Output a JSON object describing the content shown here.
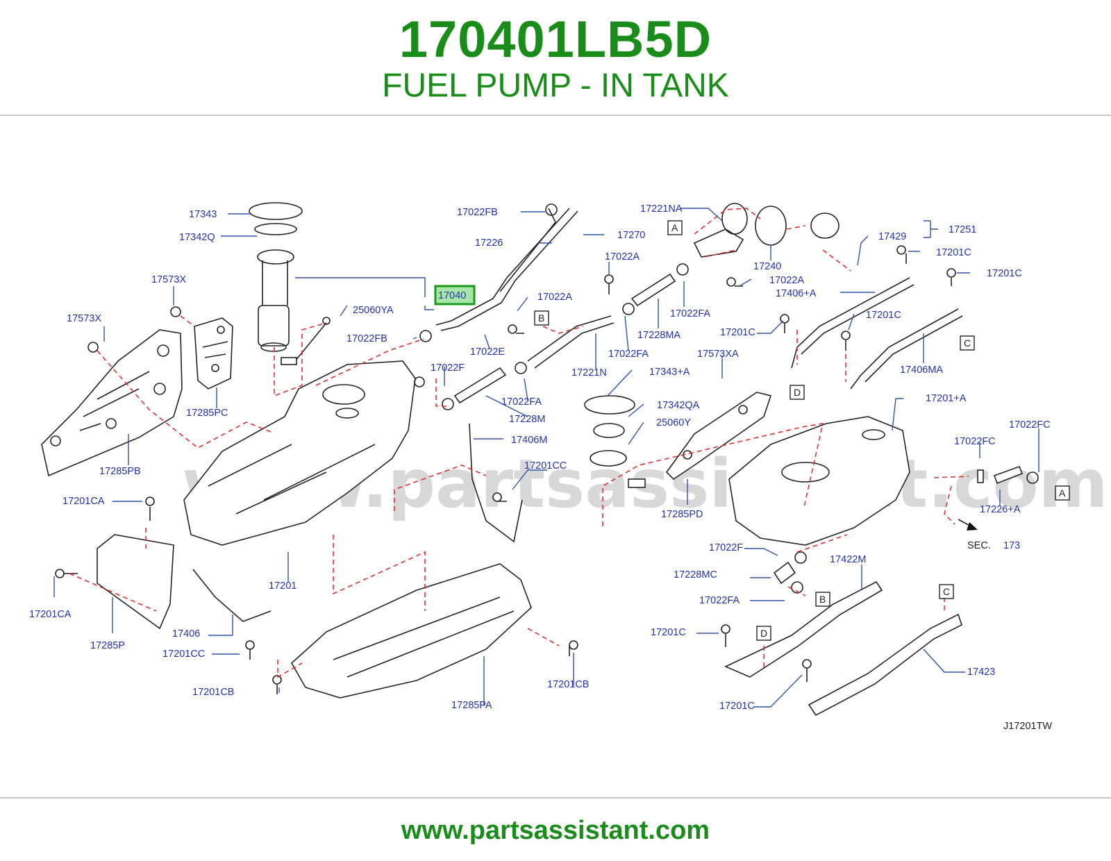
{
  "header": {
    "part_number": "170401LB5D",
    "subtitle": "FUEL PUMP - IN TANK"
  },
  "diagram": {
    "watermark": "www.partsassistant.com",
    "drawing_code": "J17201TW",
    "section_ref": {
      "prefix": "SEC.",
      "number": "173"
    },
    "highlighted_part": "17040",
    "callouts": [
      "17343",
      "17342Q",
      "17573X",
      "17573X",
      "25060YA",
      "17285PC",
      "17022FB",
      "17226",
      "17022FB",
      "17270",
      "17022A",
      "17022E",
      "17022F",
      "17022FA",
      "17228M",
      "17406M",
      "17221NA",
      "17022A",
      "17221N",
      "17022FA",
      "17228MA",
      "17022FA",
      "17240",
      "17022A",
      "17406+A",
      "17251",
      "17429",
      "17201C",
      "17201C",
      "17201C",
      "17201C",
      "17406MA",
      "17343+A",
      "17573XA",
      "17342QA",
      "25060Y",
      "17285PD",
      "17201+A",
      "17022FC",
      "17022FC",
      "17226+A",
      "17201CC",
      "17285PB",
      "17201CA",
      "17201CA",
      "17285P",
      "17406",
      "17201CC",
      "17201",
      "17201CB",
      "17285PA",
      "17201CB",
      "17022F",
      "17228MC",
      "17022FA",
      "17422M",
      "17201C",
      "17201C",
      "17423"
    ],
    "connectors": [
      "A",
      "A",
      "B",
      "B",
      "C",
      "C",
      "D",
      "D"
    ]
  },
  "footer": {
    "url": "www.partsassistant.com"
  }
}
